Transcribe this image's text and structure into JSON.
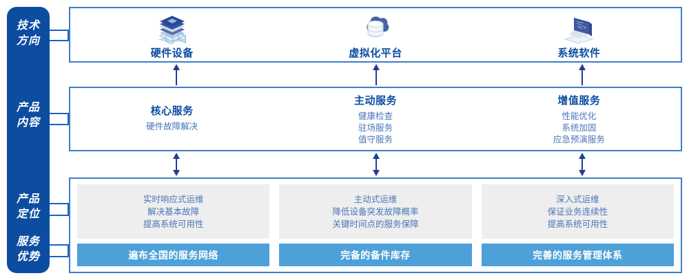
{
  "rail": {
    "labels": [
      {
        "name": "tech-direction",
        "line1": "技术",
        "line2": "方向"
      },
      {
        "name": "product-content",
        "line1": "产品",
        "line2": "内容"
      },
      {
        "name": "product-position",
        "line1": "产品",
        "line2": "定位"
      },
      {
        "name": "service-advantage",
        "line1": "服务",
        "line2": "优势"
      }
    ]
  },
  "tech_panel": {
    "columns": [
      {
        "icon": "server-stack-icon",
        "label": "硬件设备"
      },
      {
        "icon": "cloud-database-icon",
        "label": "虚拟化平台"
      },
      {
        "icon": "laptop-code-icon",
        "label": "系统软件"
      }
    ]
  },
  "content_panel": {
    "columns": [
      {
        "title": "核心服务",
        "items": [
          "硬件故障解决"
        ]
      },
      {
        "title": "主动服务",
        "items": [
          "健康检查",
          "驻场服务",
          "值守服务"
        ]
      },
      {
        "title": "增值服务",
        "items": [
          "性能优化",
          "系统加固",
          "应急预演服务"
        ]
      }
    ]
  },
  "position_panel": {
    "cards": [
      {
        "gray_lines": [
          "实时响应式运维",
          "解决基本故障",
          "提高系统可用性"
        ],
        "blue_label": "遍布全国的服务网络"
      },
      {
        "gray_lines": [
          "主动式运维",
          "降低设备突发故障概率",
          "关键时间点的服务保障"
        ],
        "blue_label": "完备的备件库存"
      },
      {
        "gray_lines": [
          "深入式运维",
          "保证业务连续性",
          "提高系统可用性"
        ],
        "blue_label": "完善的服务管理体系"
      }
    ]
  },
  "colors": {
    "rail_navy": "#0d4da1",
    "panel_border": "#3d7cc9",
    "connector": "#1a62c2",
    "heading_blue": "#0d4da1",
    "body_blue": "#4a76b8",
    "card_gray": "#eeeeee",
    "card_blue": "#4da0d8",
    "arrow_navy": "#1f3f8f"
  }
}
